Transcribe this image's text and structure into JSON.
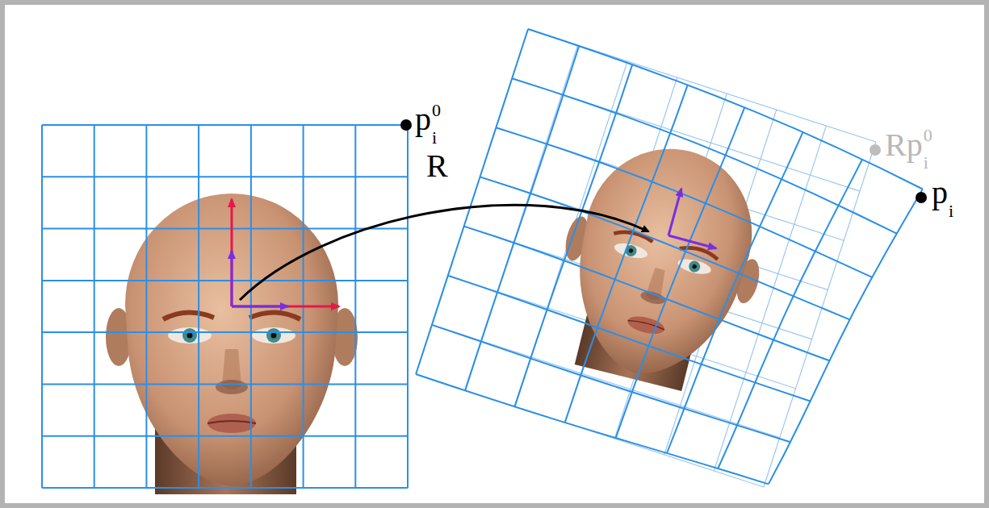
{
  "diagram": {
    "labels": [
      "p",
      "i",
      "0",
      "R",
      "Rp",
      "i",
      "0",
      "p",
      "i"
    ]
  }
}
